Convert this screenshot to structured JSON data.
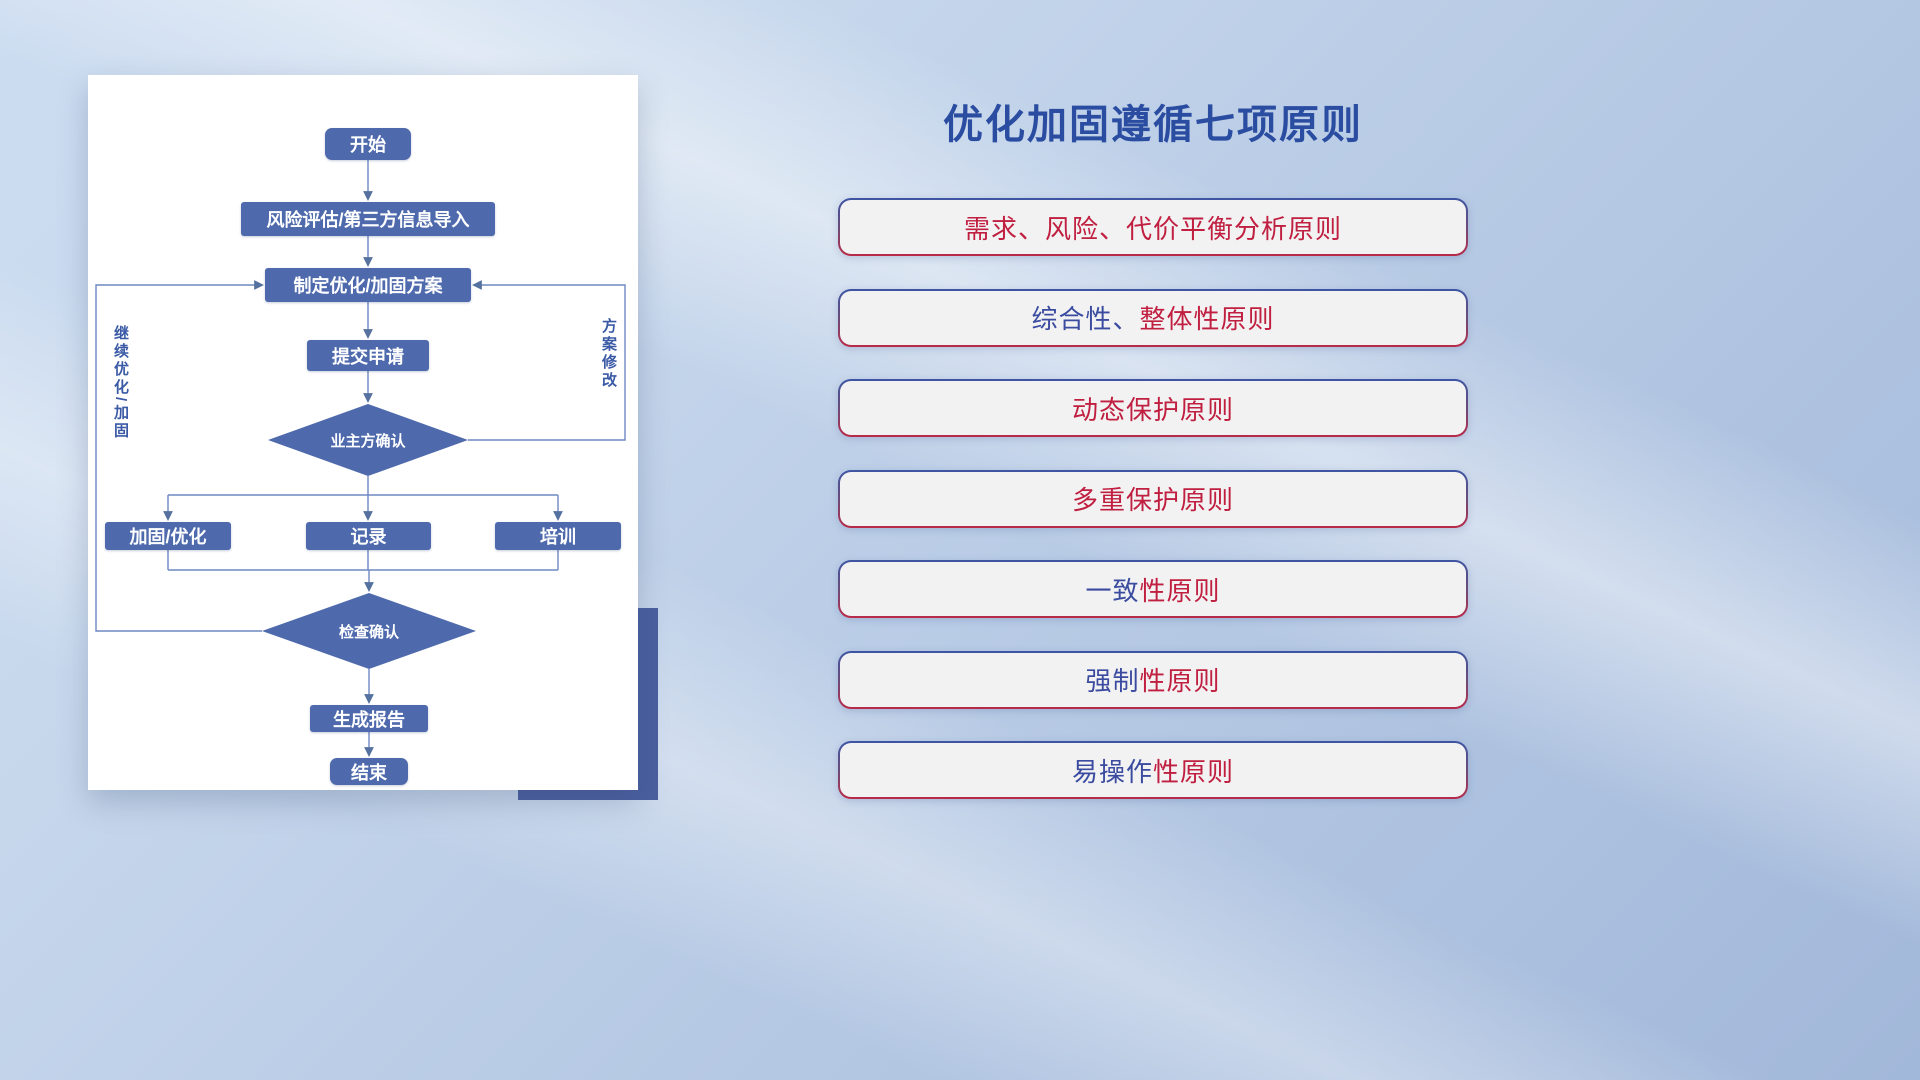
{
  "slide": {
    "title": "优化加固遵循七项原则"
  },
  "flowchart": {
    "nodes": {
      "start": "开始",
      "risk_import": "风险评估/第三方信息导入",
      "make_plan": "制定优化/加固方案",
      "submit": "提交申请",
      "owner_confirm": "业主方确认",
      "harden_optimize": "加固/优化",
      "record": "记录",
      "training": "培训",
      "check_confirm": "检查确认",
      "report": "生成报告",
      "end": "结束"
    },
    "loop_labels": {
      "continue_optimize": "继续优化/加固",
      "plan_modify": "方案修改"
    }
  },
  "principles": {
    "items": [
      {
        "segments": [
          {
            "text": "需求、风险、代价平衡分析原则",
            "color": "red"
          }
        ]
      },
      {
        "segments": [
          {
            "text": "综合性、",
            "color": "navy"
          },
          {
            "text": "整体性原则",
            "color": "red"
          }
        ]
      },
      {
        "segments": [
          {
            "text": "动态保护原则",
            "color": "red"
          }
        ]
      },
      {
        "segments": [
          {
            "text": "多重保护原则",
            "color": "red"
          }
        ]
      },
      {
        "segments": [
          {
            "text": "一致",
            "color": "navy"
          },
          {
            "text": "性原则",
            "color": "red"
          }
        ]
      },
      {
        "segments": [
          {
            "text": "强制",
            "color": "navy"
          },
          {
            "text": "性原则",
            "color": "red"
          }
        ]
      },
      {
        "segments": [
          {
            "text": "易操作",
            "color": "navy"
          },
          {
            "text": "性原则",
            "color": "red"
          }
        ]
      }
    ]
  },
  "colors": {
    "red": "#c01f40",
    "navy": "#3a4ba0",
    "node_blue": "#4e6aad",
    "title_blue": "#2b4da1",
    "connector_blue": "#6e88c4"
  }
}
